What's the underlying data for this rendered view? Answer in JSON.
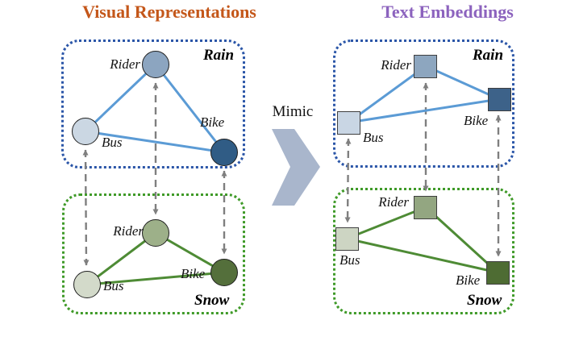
{
  "titles": {
    "visual": "Visual Representations",
    "text": "Text Embeddings"
  },
  "mimic_label": "Mimic",
  "clusters": [
    {
      "panel": "Visual Representations",
      "title": "Rain",
      "node_shape": "circle",
      "nodes": [
        {
          "label": "Rider"
        },
        {
          "label": "Bus"
        },
        {
          "label": "Bike"
        }
      ],
      "edges": [
        [
          "Bus",
          "Rider"
        ],
        [
          "Rider",
          "Bike"
        ],
        [
          "Bus",
          "Bike"
        ]
      ],
      "border_color": "#2b56a8",
      "edge_color": "#5b9bd5",
      "node_colors": {
        "Rider": "#8ca5c0",
        "Bus": "#cbd7e3",
        "Bike": "#305c85"
      }
    },
    {
      "panel": "Visual Representations",
      "title": "Snow",
      "node_shape": "circle",
      "nodes": [
        {
          "label": "Rider"
        },
        {
          "label": "Bus"
        },
        {
          "label": "Bike"
        }
      ],
      "edges": [
        [
          "Bus",
          "Rider"
        ],
        [
          "Rider",
          "Bike"
        ],
        [
          "Bus",
          "Bike"
        ]
      ],
      "border_color": "#3f9a28",
      "edge_color": "#4e8b35",
      "node_colors": {
        "Rider": "#9db089",
        "Bus": "#d3daca",
        "Bike": "#546f3b"
      }
    },
    {
      "panel": "Text Embeddings",
      "title": "Rain",
      "node_shape": "square",
      "nodes": [
        {
          "label": "Rider"
        },
        {
          "label": "Bus"
        },
        {
          "label": "Bike"
        }
      ],
      "edges": [
        [
          "Bus",
          "Rider"
        ],
        [
          "Rider",
          "Bike"
        ],
        [
          "Bus",
          "Bike"
        ]
      ],
      "border_color": "#2b56a8",
      "edge_color": "#5b9bd5",
      "node_colors": {
        "Rider": "#8da6bf",
        "Bus": "#c9d6e4",
        "Bike": "#3d6289"
      }
    },
    {
      "panel": "Text Embeddings",
      "title": "Snow",
      "node_shape": "square",
      "nodes": [
        {
          "label": "Rider"
        },
        {
          "label": "Bus"
        },
        {
          "label": "Bike"
        }
      ],
      "edges": [
        [
          "Bus",
          "Rider"
        ],
        [
          "Rider",
          "Bike"
        ],
        [
          "Bus",
          "Bike"
        ]
      ],
      "border_color": "#3f9a28",
      "edge_color": "#4e8b35",
      "node_colors": {
        "Rider": "#93a681",
        "Bus": "#cdd5c3",
        "Bike": "#4e6c33"
      }
    }
  ],
  "cross_links": {
    "style": "gray-dashed-double-arrow",
    "color": "#7f7f7f",
    "linked_nodes": [
      "Bus",
      "Rider",
      "Bike"
    ]
  },
  "colors": {
    "visual_title": "#c4571a",
    "text_title": "#8c63be",
    "mimic_chevron": "#a9b6cc",
    "rain_border": "#2b56a8",
    "snow_border": "#3f9a28",
    "rain_edge": "#5b9bd5",
    "snow_edge": "#4e8b35"
  }
}
